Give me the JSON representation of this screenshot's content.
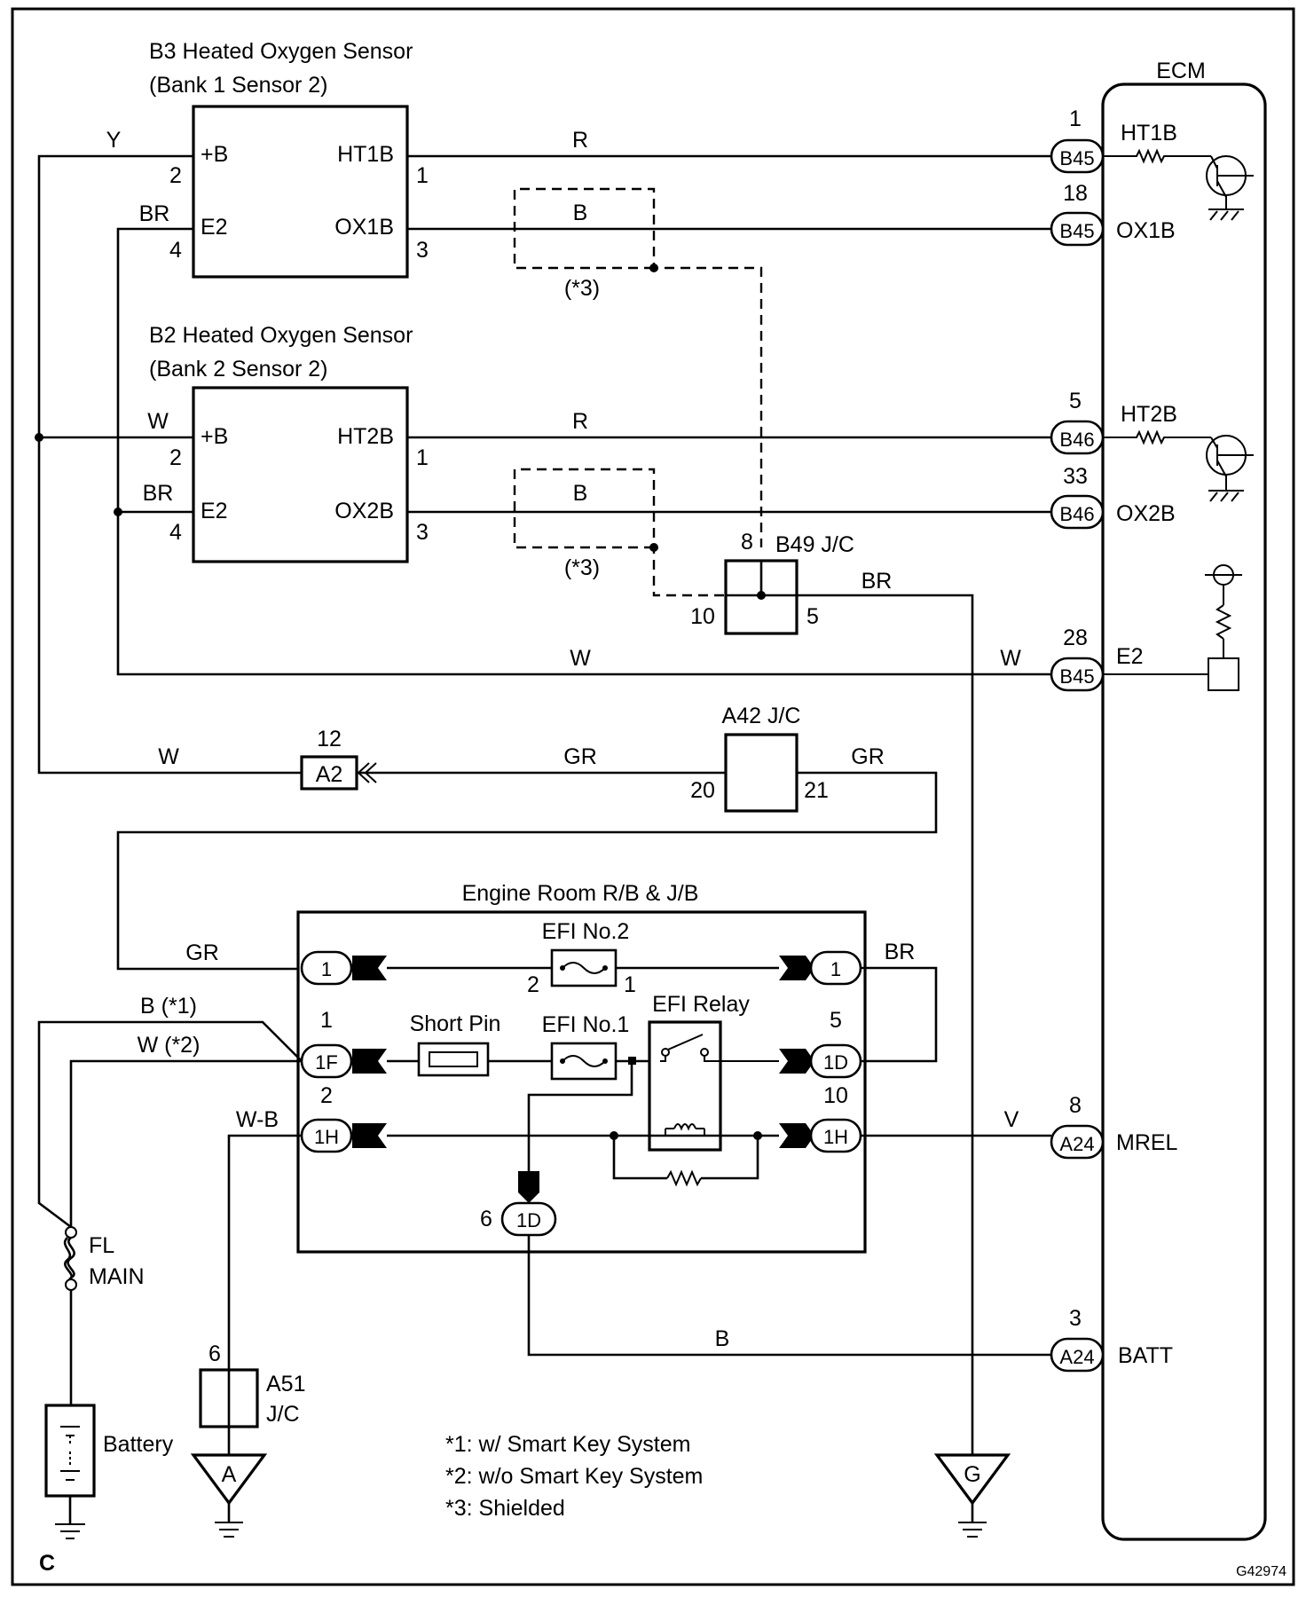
{
  "sensors": {
    "b3": {
      "title": "B3 Heated Oxygen Sensor",
      "subtitle": "(Bank 1 Sensor 2)",
      "pin_b": "+B",
      "pin_e2": "E2",
      "pin_ht": "HT1B",
      "pin_ox": "OX1B",
      "n_b": "2",
      "n_e2": "4",
      "n_ht": "1",
      "n_ox": "3"
    },
    "b2": {
      "title": "B2 Heated Oxygen Sensor",
      "subtitle": "(Bank 2 Sensor 2)",
      "pin_b": "+B",
      "pin_e2": "E2",
      "pin_ht": "HT2B",
      "pin_ox": "OX2B",
      "n_b": "2",
      "n_e2": "4",
      "n_ht": "1",
      "n_ox": "3"
    }
  },
  "ecm": {
    "title": "ECM",
    "terminals": {
      "ht1b": {
        "connector": "B45",
        "pin": "1",
        "name": "HT1B"
      },
      "ox1b": {
        "connector": "B45",
        "pin": "18",
        "name": "OX1B"
      },
      "ht2b": {
        "connector": "B46",
        "pin": "5",
        "name": "HT2B"
      },
      "ox2b": {
        "connector": "B46",
        "pin": "33",
        "name": "OX2B"
      },
      "e2": {
        "connector": "B45",
        "pin": "28",
        "name": "E2"
      },
      "mrel": {
        "connector": "A24",
        "pin": "8",
        "name": "MREL"
      },
      "batt": {
        "connector": "A24",
        "pin": "3",
        "name": "BATT"
      }
    }
  },
  "wire_colors": {
    "y": "Y",
    "br_b3": "BR",
    "r_ht1": "R",
    "b_ox1": "B",
    "w_b2": "W",
    "br_b2": "BR",
    "r_ht2": "R",
    "b_ox2": "B",
    "br_b49": "BR",
    "w_e2": "W",
    "w_e2_ecm": "W",
    "w_a2": "W",
    "gr_a2": "GR",
    "gr_a42": "GR",
    "gr_rb": "GR",
    "br_rb": "BR",
    "b_star1": "B (*1)",
    "w_star2": "W (*2)",
    "wb": "W-B",
    "v_mrel": "V",
    "b_batt": "B"
  },
  "shield_labels": {
    "top": "(*3)",
    "bottom": "(*3)"
  },
  "junctions": {
    "b49": {
      "label": "B49 J/C",
      "pin_in": "8",
      "pin_left": "10",
      "pin_right": "5"
    },
    "a42": {
      "label": "A42 J/C",
      "pin_left": "20",
      "pin_right": "21"
    },
    "a2": {
      "label": "A2",
      "pin": "12"
    },
    "a51": {
      "label_1": "A51",
      "label_2": "J/C",
      "pin": "6"
    }
  },
  "relay_block": {
    "title": "Engine Room R/B & J/B",
    "efi2": "EFI No.2",
    "efi2_pin_a": "2",
    "efi2_pin_b": "1",
    "short_pin": "Short Pin",
    "efi1": "EFI No.1",
    "efi_relay": "EFI Relay",
    "conn_l1": "1",
    "conn_r1": "1",
    "conn_1f": "1F",
    "pin_1f": "1",
    "conn_1d_r": "1D",
    "pin_1d_r": "5",
    "conn_1h_l": "1H",
    "pin_1h_l": "2",
    "conn_1h_r": "1H",
    "pin_1h_r": "10",
    "conn_1d_b": "1D",
    "pin_1d_b": "6"
  },
  "power": {
    "fl_main_1": "FL",
    "fl_main_2": "MAIN",
    "battery": "Battery"
  },
  "grounds": {
    "a": "A",
    "g": "G"
  },
  "notes": [
    "*1: w/ Smart Key System",
    "*2: w/o Smart Key System",
    "*3: Shielded"
  ],
  "corner_label": "C",
  "figure_code": "G42974"
}
